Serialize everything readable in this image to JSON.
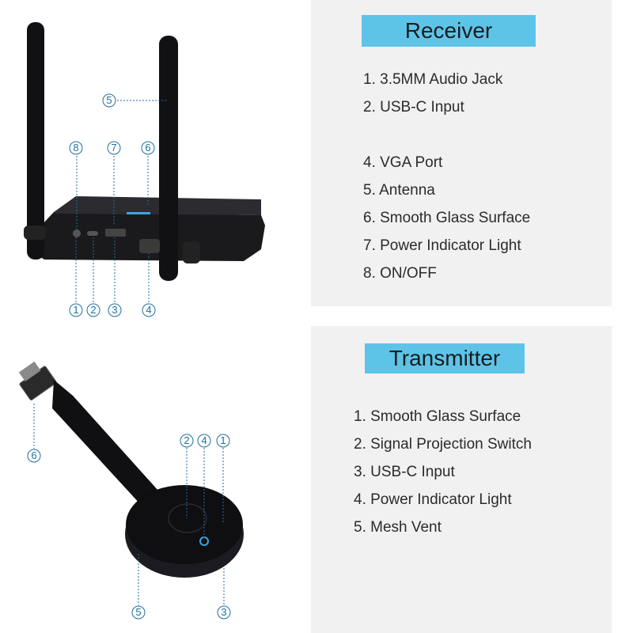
{
  "receiver": {
    "title": "Receiver",
    "items": [
      {
        "label": "1. 3.5MM Audio Jack"
      },
      {
        "label": "2. USB-C Input"
      },
      {
        "label": ""
      },
      {
        "label": "4. VGA Port"
      },
      {
        "label": "5. Antenna"
      },
      {
        "label": "6. Smooth Glass Surface"
      },
      {
        "label": "7. Power Indicator Light"
      },
      {
        "label": "8. ON/OFF"
      }
    ],
    "callouts": [
      "1",
      "2",
      "3",
      "4",
      "5",
      "6",
      "7",
      "8"
    ]
  },
  "transmitter": {
    "title": "Transmitter",
    "items": [
      {
        "label": "1. Smooth Glass Surface"
      },
      {
        "label": "2. Signal Projection Switch"
      },
      {
        "label": "3. USB-C Input"
      },
      {
        "label": "4. Power Indicator Light"
      },
      {
        "label": "5. Mesh Vent"
      }
    ],
    "callouts": [
      "1",
      "2",
      "3",
      "4",
      "5",
      "6"
    ]
  },
  "colors": {
    "title_bg": "#5dc4e8",
    "panel_bg": "#f1f1f1",
    "callout": "#1f6fa0",
    "device": "#0d0d0f",
    "indicator": "#3aa7e0"
  }
}
